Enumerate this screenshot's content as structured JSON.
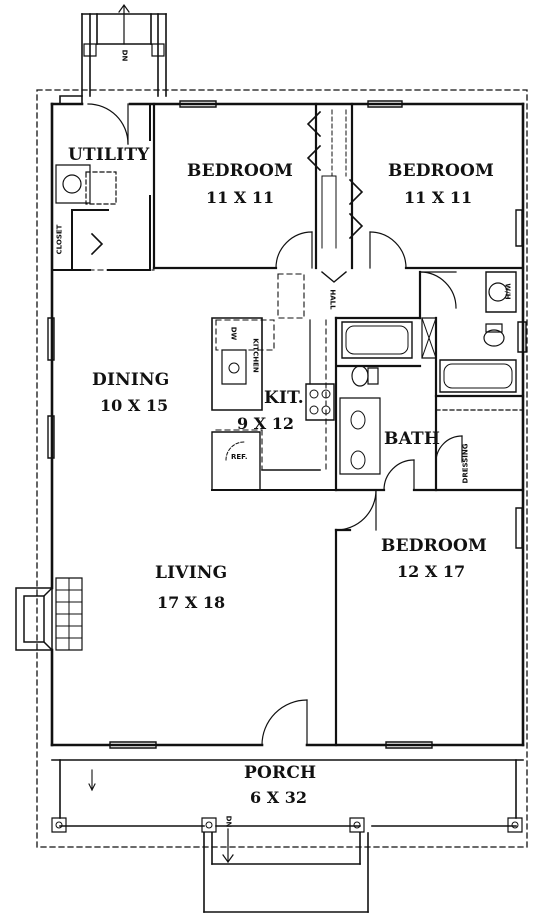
{
  "rooms": {
    "utility": "UTILITY",
    "bedroom1": {
      "name": "BEDROOM",
      "dim": "11 X 11"
    },
    "bedroom2": {
      "name": "BEDROOM",
      "dim": "11 X 11"
    },
    "dining": {
      "name": "DINING",
      "dim": "10 X 15"
    },
    "kitchen": {
      "name": "KIT.",
      "dim": "9 X 12"
    },
    "bath": "BATH",
    "bedroom3": {
      "name": "BEDROOM",
      "dim": "12 X 17"
    },
    "living": {
      "name": "LIVING",
      "dim": "17 X 18"
    },
    "porch": {
      "name": "PORCH",
      "dim": "6 X 32"
    }
  },
  "small_labels": {
    "closet": "CLOSET",
    "hall": "HALL",
    "kitchen_word": "KITCHEN",
    "dw": "DW",
    "ref": "REF.",
    "dressing": "DRESSING",
    "wh": "W/H",
    "dn_top": "DN",
    "dn_bottom": "DN"
  },
  "colors": {
    "line": "#111111",
    "background": "#ffffff"
  }
}
